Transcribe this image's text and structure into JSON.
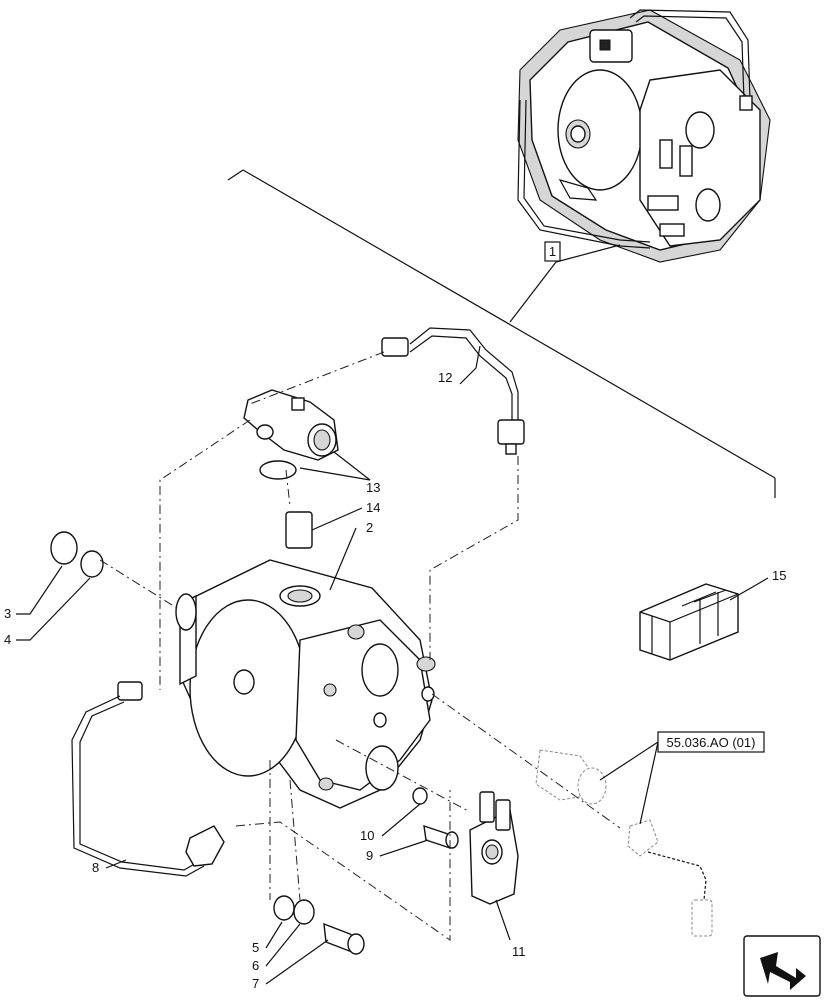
{
  "callouts": {
    "c1": "1",
    "c2": "2",
    "c3": "3",
    "c4": "4",
    "c5": "5",
    "c6": "6",
    "c7": "7",
    "c8": "8",
    "c9": "9",
    "c10": "10",
    "c11": "11",
    "c12": "12",
    "c13": "13",
    "c14": "14",
    "c15": "15"
  },
  "reference": "55.036.AO (01)",
  "nav_icon": "next-page-arrow-icon"
}
